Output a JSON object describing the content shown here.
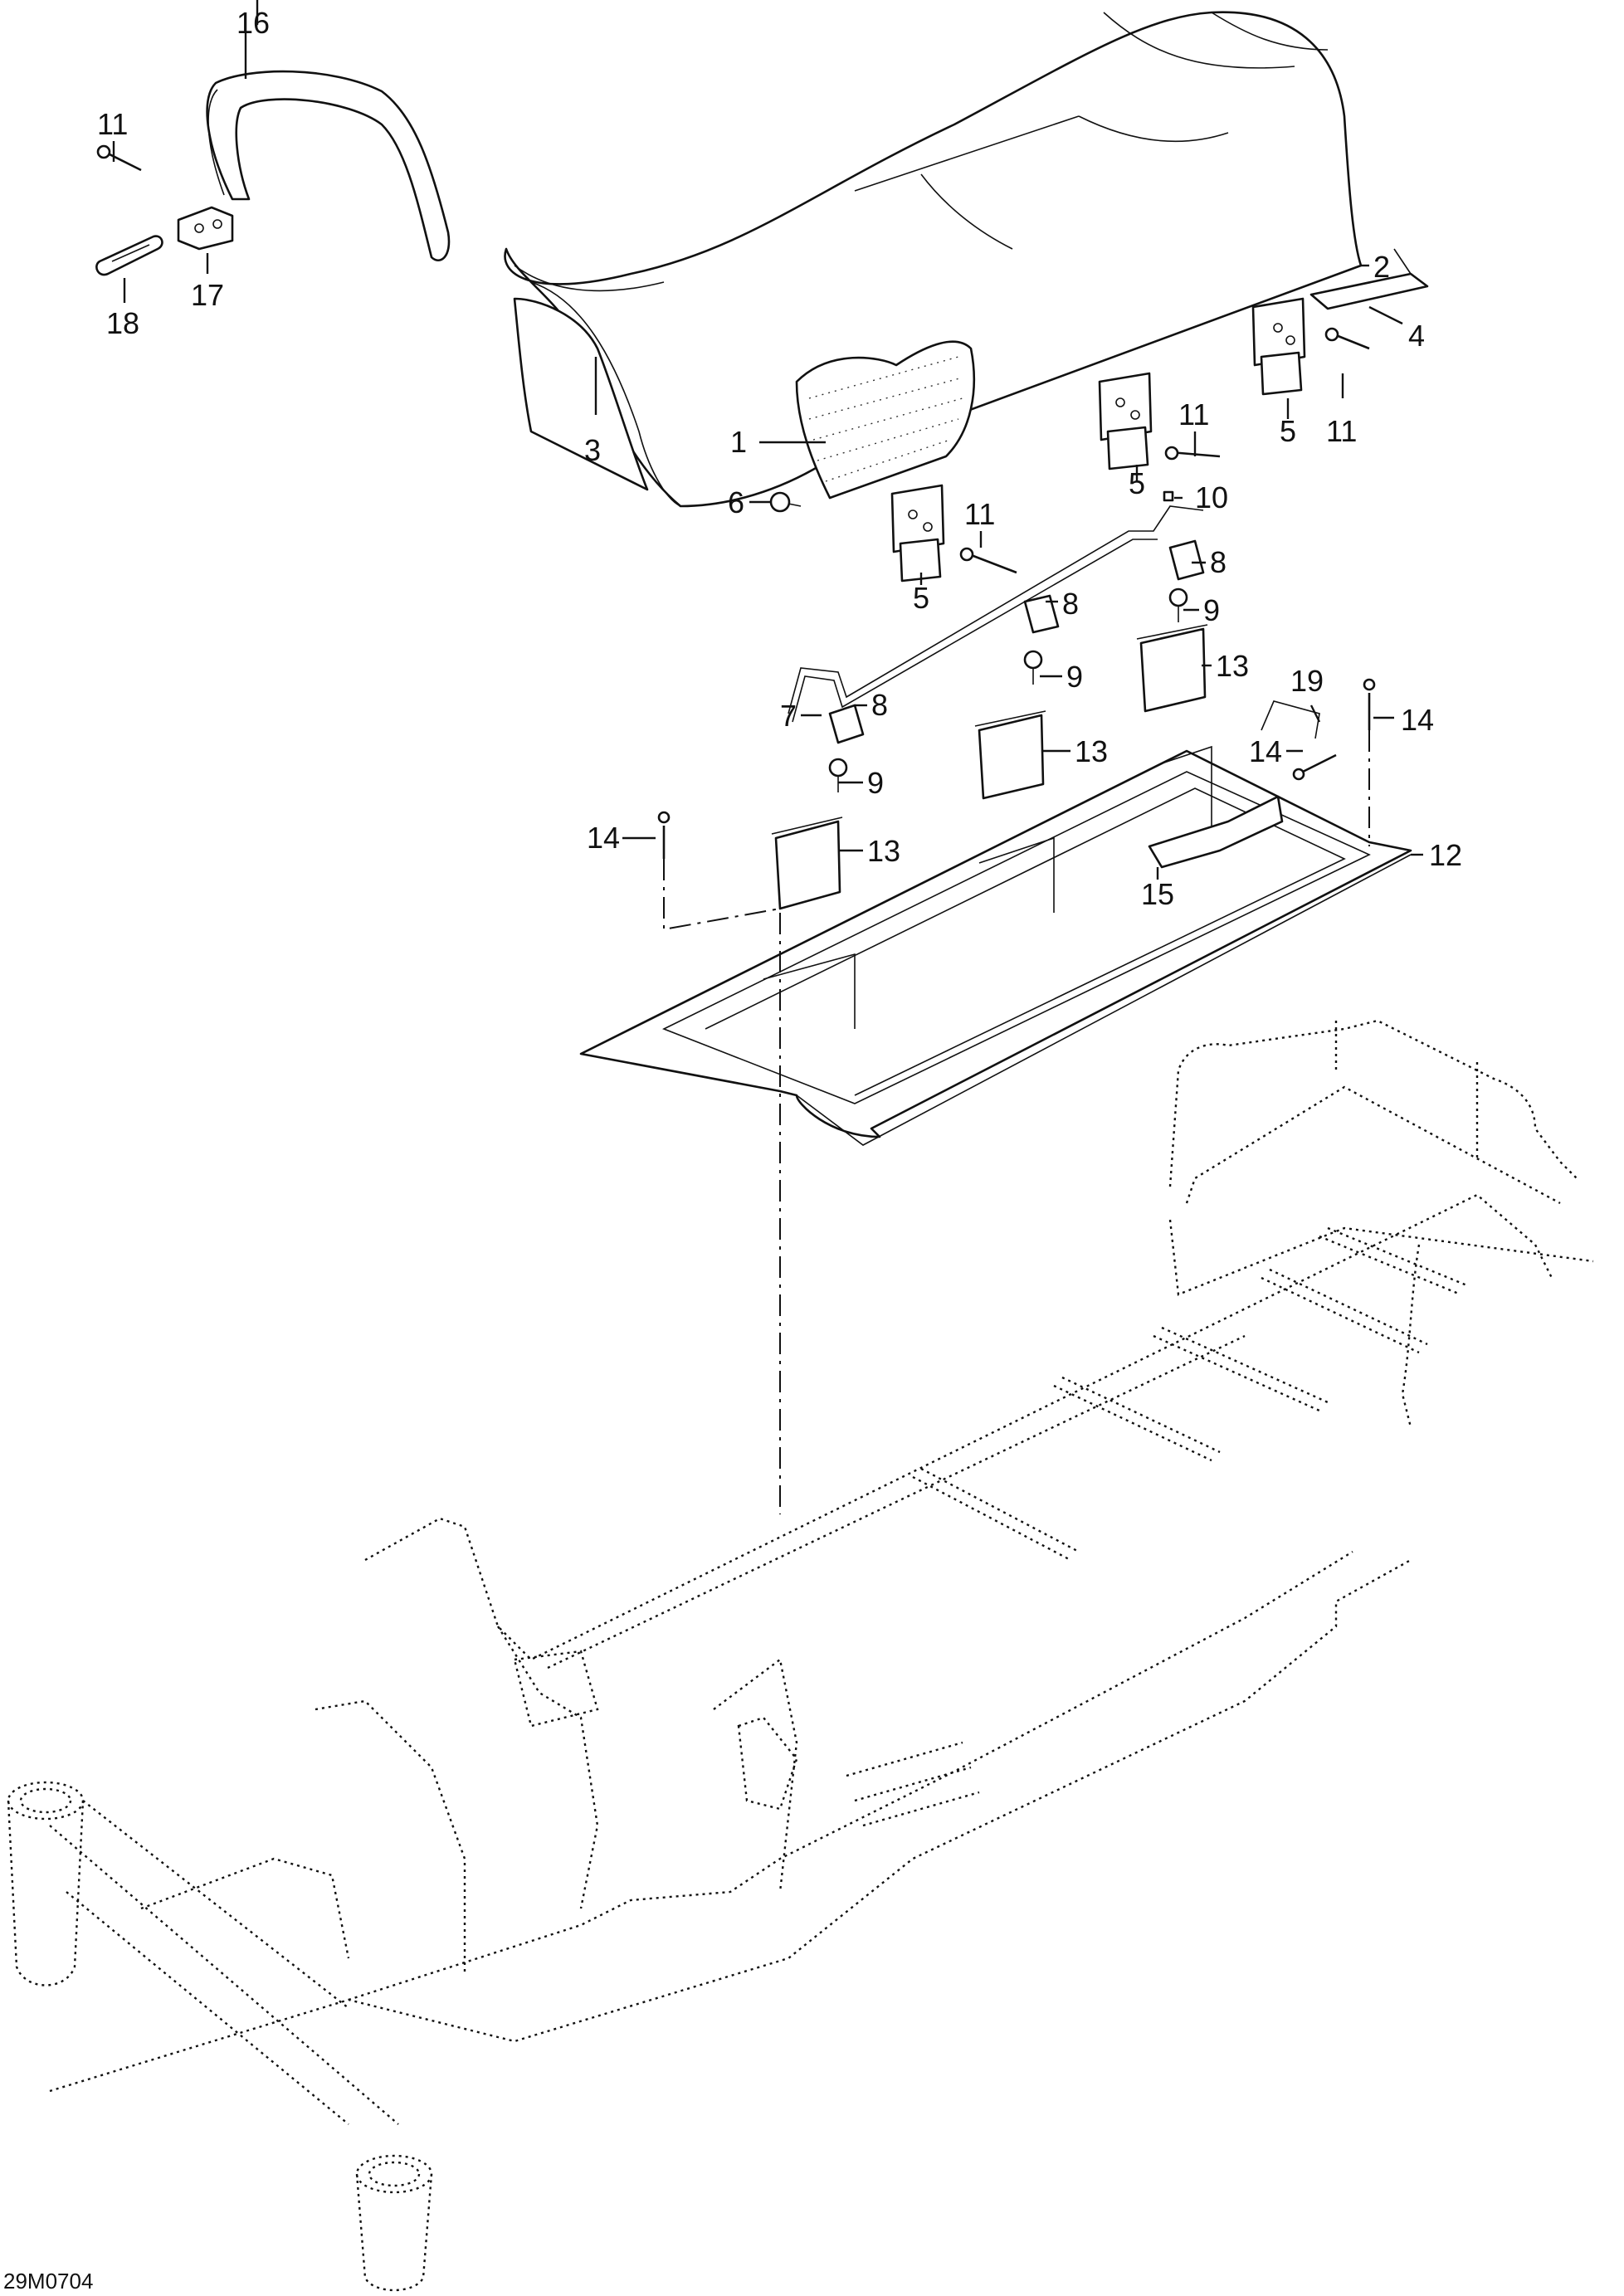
{
  "diagram_code": "29M0704",
  "callouts": [
    {
      "id": "1",
      "label": "1"
    },
    {
      "id": "2",
      "label": "2"
    },
    {
      "id": "3",
      "label": "3"
    },
    {
      "id": "4",
      "label": "4"
    },
    {
      "id": "5a",
      "label": "5"
    },
    {
      "id": "5b",
      "label": "5"
    },
    {
      "id": "5c",
      "label": "5"
    },
    {
      "id": "6",
      "label": "6"
    },
    {
      "id": "7",
      "label": "7"
    },
    {
      "id": "8a",
      "label": "8"
    },
    {
      "id": "8b",
      "label": "8"
    },
    {
      "id": "8c",
      "label": "8"
    },
    {
      "id": "9a",
      "label": "9"
    },
    {
      "id": "9b",
      "label": "9"
    },
    {
      "id": "9c",
      "label": "9"
    },
    {
      "id": "10",
      "label": "10"
    },
    {
      "id": "11a",
      "label": "11"
    },
    {
      "id": "11b",
      "label": "11"
    },
    {
      "id": "11c",
      "label": "11"
    },
    {
      "id": "11d",
      "label": "11"
    },
    {
      "id": "12",
      "label": "12"
    },
    {
      "id": "13a",
      "label": "13"
    },
    {
      "id": "13b",
      "label": "13"
    },
    {
      "id": "13c",
      "label": "13"
    },
    {
      "id": "14a",
      "label": "14"
    },
    {
      "id": "14b",
      "label": "14"
    },
    {
      "id": "14c",
      "label": "14"
    },
    {
      "id": "15",
      "label": "15"
    },
    {
      "id": "16",
      "label": "16"
    },
    {
      "id": "17",
      "label": "17"
    },
    {
      "id": "18",
      "label": "18"
    },
    {
      "id": "19",
      "label": "19"
    }
  ]
}
